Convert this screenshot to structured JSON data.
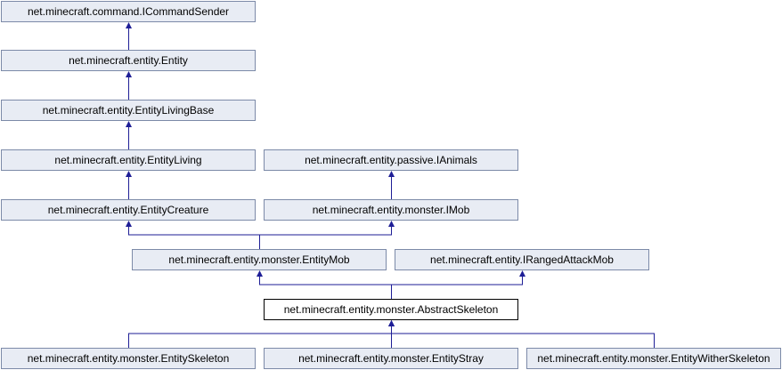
{
  "colors": {
    "node_fill": "#e8ecf4",
    "node_border": "#7c8aa8",
    "edge": "#1e1e96",
    "current_fill": "#ffffff"
  },
  "nodes": {
    "icommandsender": "net.minecraft.command.ICommandSender",
    "entity": "net.minecraft.entity.Entity",
    "entitylivingbase": "net.minecraft.entity.EntityLivingBase",
    "entityliving": "net.minecraft.entity.EntityLiving",
    "ianimals": "net.minecraft.entity.passive.IAnimals",
    "entitycreature": "net.minecraft.entity.EntityCreature",
    "imob": "net.minecraft.entity.monster.IMob",
    "entitymob": "net.minecraft.entity.monster.EntityMob",
    "irangedattackmob": "net.minecraft.entity.IRangedAttackMob",
    "abstractskeleton": "net.minecraft.entity.monster.AbstractSkeleton",
    "entityskeleton": "net.minecraft.entity.monster.EntitySkeleton",
    "entitystray": "net.minecraft.entity.monster.EntityStray",
    "entitywitherskeleton": "net.minecraft.entity.monster.EntityWitherSkeleton"
  },
  "edges": [
    [
      "entity",
      "icommandsender"
    ],
    [
      "entitylivingbase",
      "entity"
    ],
    [
      "entityliving",
      "entitylivingbase"
    ],
    [
      "entitycreature",
      "entityliving"
    ],
    [
      "imob",
      "ianimals"
    ],
    [
      "entitymob",
      "entitycreature"
    ],
    [
      "entitymob",
      "imob"
    ],
    [
      "abstractskeleton",
      "entitymob"
    ],
    [
      "abstractskeleton",
      "irangedattackmob"
    ],
    [
      "entityskeleton",
      "abstractskeleton"
    ],
    [
      "entitystray",
      "abstractskeleton"
    ],
    [
      "entitywitherskeleton",
      "abstractskeleton"
    ]
  ]
}
